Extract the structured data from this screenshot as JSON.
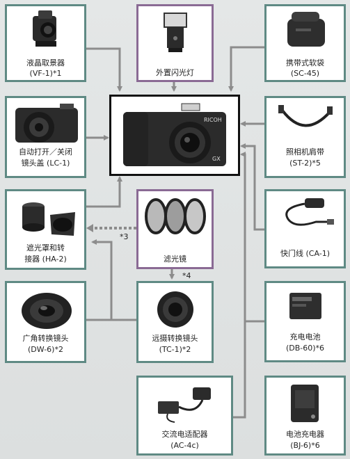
{
  "accessories": {
    "viewfinder": {
      "name": "液晶取景器",
      "model": "(VF-1)*1"
    },
    "flash": {
      "name": "外置闪光灯"
    },
    "soft_case": {
      "name": "携带式软袋",
      "model": "(SC-45)"
    },
    "lens_cap": {
      "name": "自动打开／关闭",
      "model": "镜头盖 (LC-1)"
    },
    "neck_strap": {
      "name": "照相机肩带",
      "model": "(ST-2)*5"
    },
    "hood_adapter": {
      "name": "遮光罩和转",
      "model": "接器 (HA-2)"
    },
    "filters": {
      "name": "滤光镜"
    },
    "cable_release": {
      "name": "快门线 (CA-1)"
    },
    "wide_converter": {
      "name": "广角转换镜头",
      "model": "(DW-6)*2"
    },
    "tele_converter": {
      "name": "远摄转换镜头",
      "model": "(TC-1)*2"
    },
    "battery": {
      "name": "充电电池",
      "model": "(DB-60)*6"
    },
    "ac_adapter": {
      "name": "交流电适配器",
      "model": "(AC-4c)"
    },
    "charger": {
      "name": "电池充电器",
      "model": "(BJ-6)*6"
    }
  },
  "notes": {
    "n3": "*3",
    "n4": "*4"
  },
  "camera": {
    "brand": "RICOH",
    "badge": "GX"
  },
  "colors": {
    "box_border": "#5f8a84",
    "purple_border": "#8a6a94",
    "center_border": "#111111",
    "line": "#8c8c8c"
  }
}
